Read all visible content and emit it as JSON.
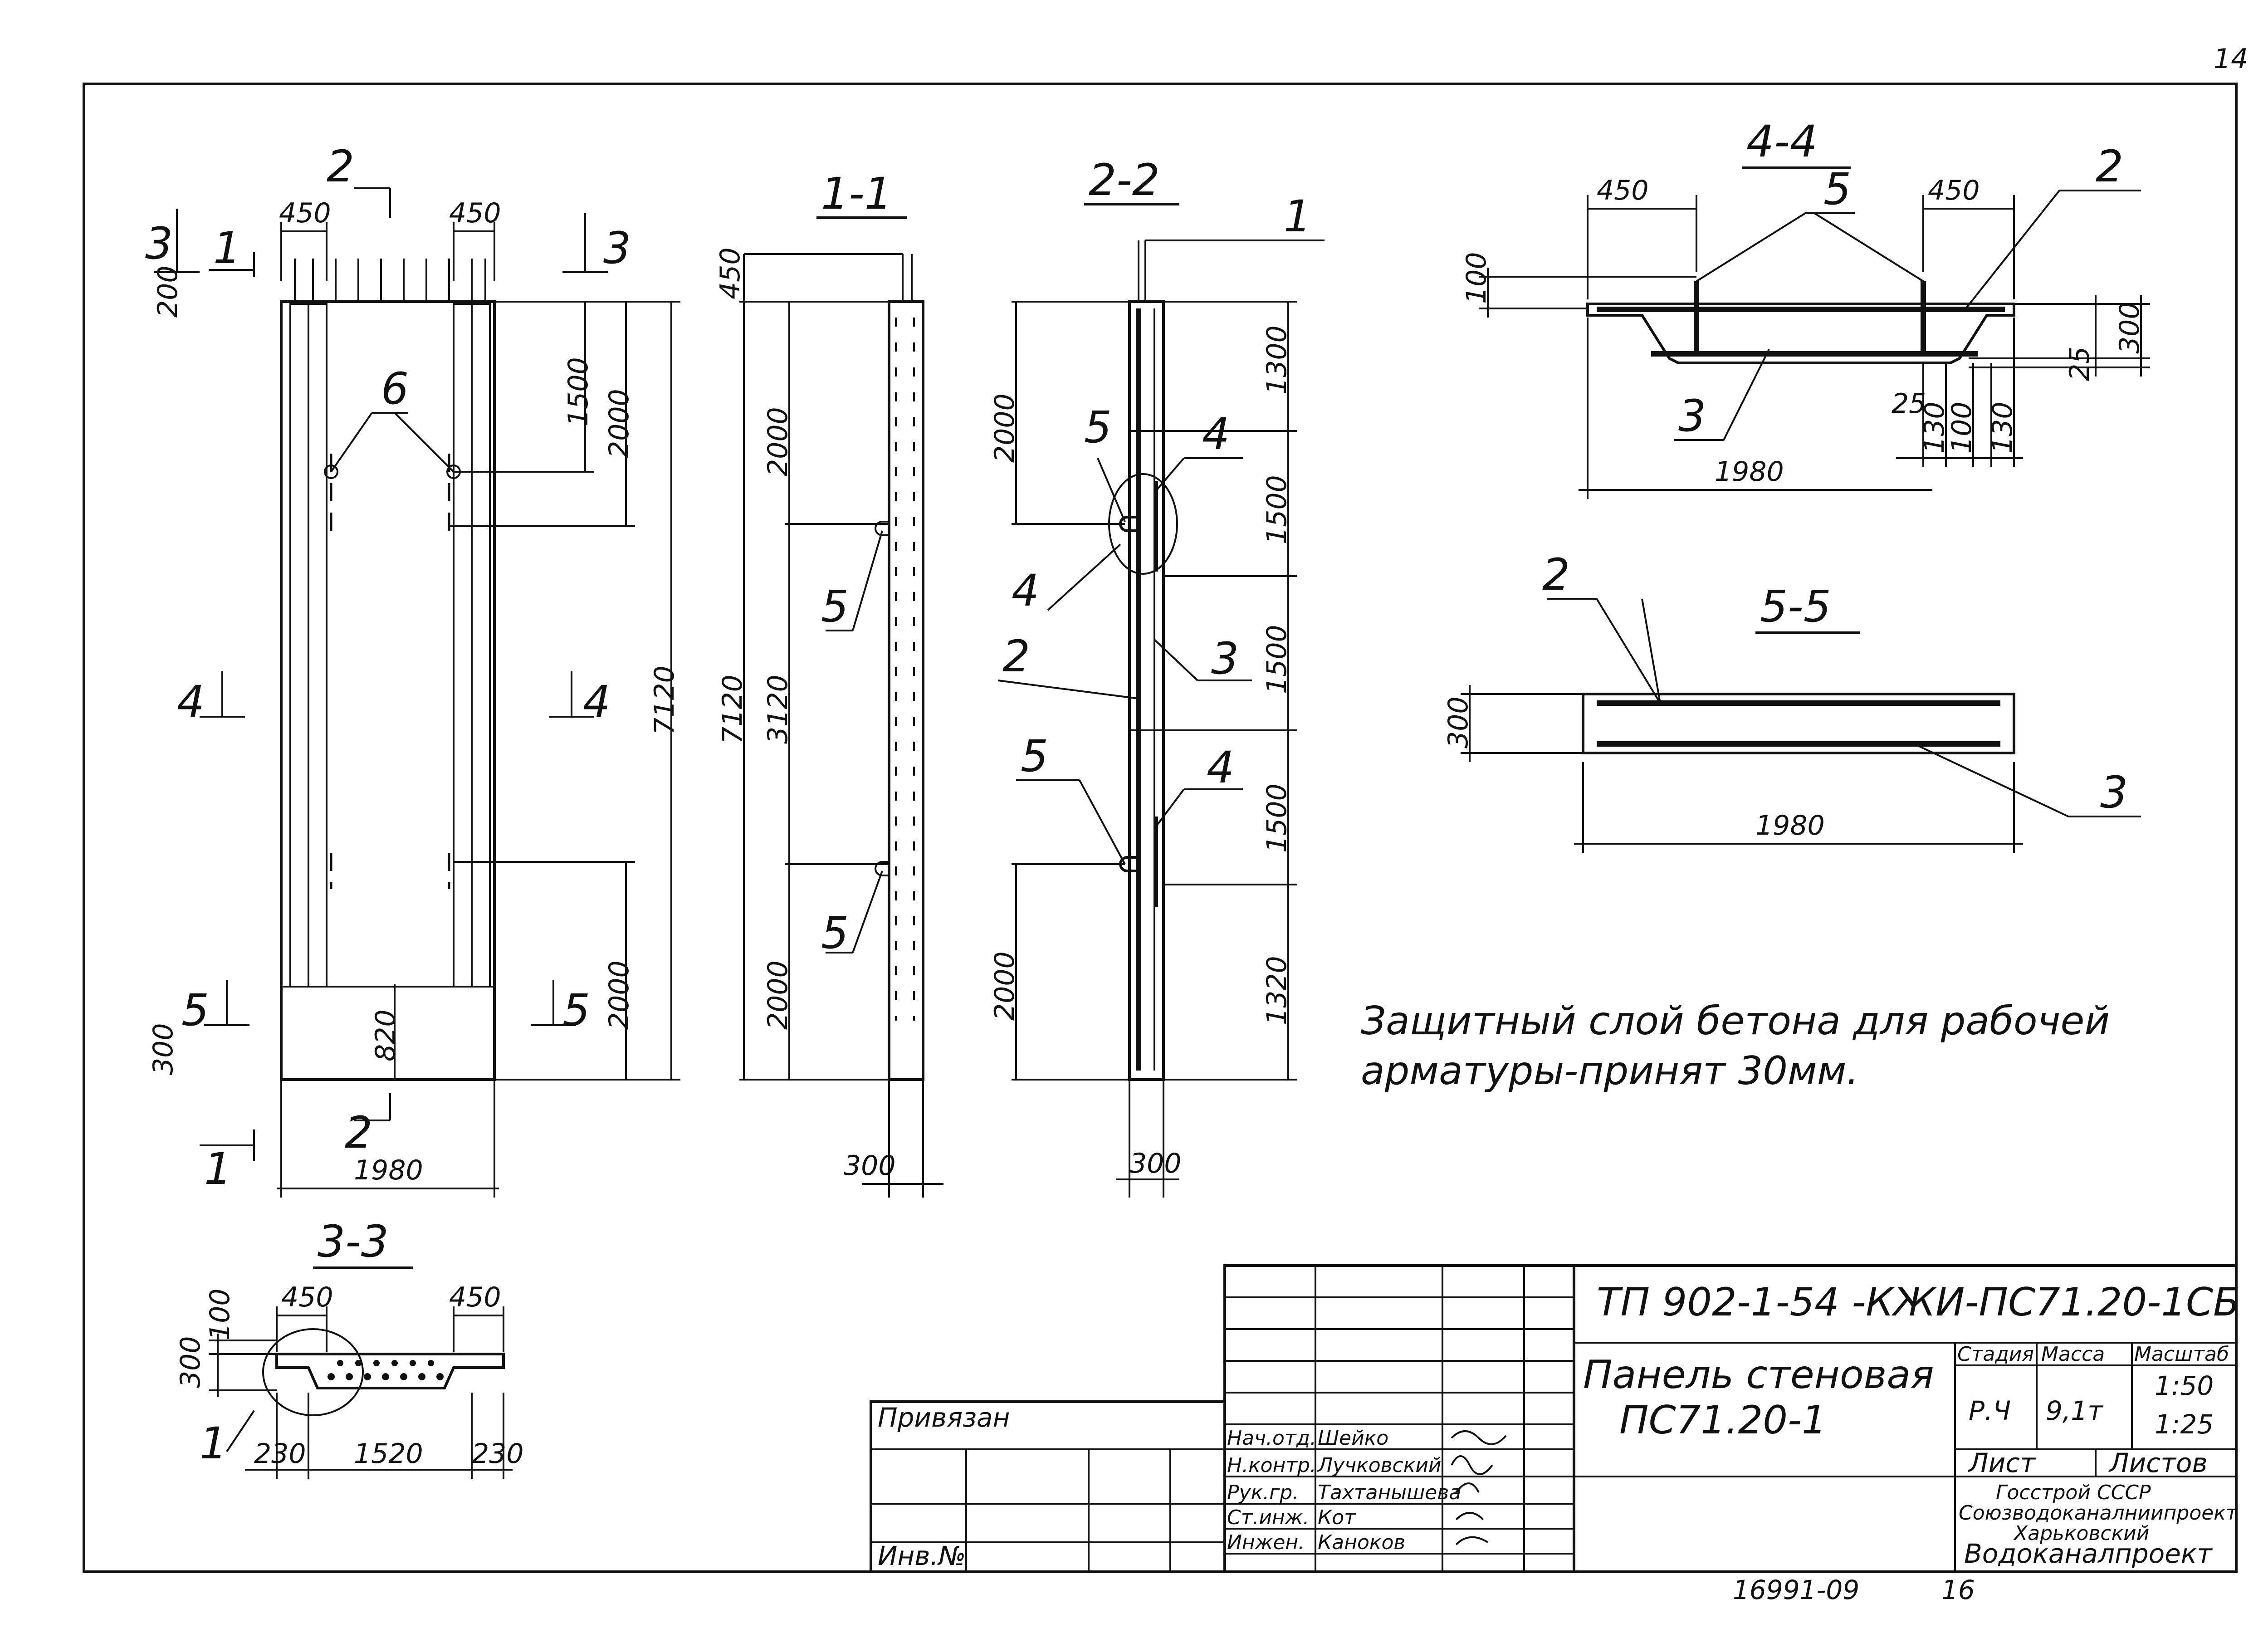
{
  "corner_number": "14",
  "views": {
    "elevation": {
      "dims": {
        "d450_left": "450",
        "d450_right": "450",
        "d200": "200",
        "d1500": "1500",
        "d2000_upper": "2000",
        "d7120": "7120",
        "d2000_lower": "2000",
        "d820": "820",
        "d1980": "1980",
        "d300_side": "300"
      },
      "markers": {
        "m2_top": "2",
        "m2_bottom": "2",
        "m1_top": "1",
        "m1_bottom": "1",
        "m3_left": "3",
        "m3_right": "3",
        "m4_left": "4",
        "m4_right": "4",
        "m5_left": "5",
        "m5_right": "5",
        "callout6": "6"
      }
    },
    "section_1_1": {
      "title": "1-1",
      "dims": {
        "d450": "450",
        "d2000_top": "2000",
        "d7120": "7120",
        "d3120": "3120",
        "d2000_bottom": "2000",
        "d300": "300"
      },
      "callouts": {
        "c5_upper": "5",
        "c5_lower": "5"
      }
    },
    "section_2_2": {
      "title": "2-2",
      "dims": {
        "d2000_left_top": "2000",
        "d2000_left_bottom": "2000",
        "d1300": "1300",
        "d1500_a": "1500",
        "d1500_b": "1500",
        "d1500_c": "1500",
        "d1320": "1320",
        "d300": "300"
      },
      "callouts": {
        "c1": "1",
        "c5_upper": "5",
        "c4_upper_right": "4",
        "c4_left": "4",
        "c2": "2",
        "c3": "3",
        "c5_lower": "5",
        "c4_lower": "4"
      }
    },
    "section_4_4": {
      "title": "4-4",
      "dims": {
        "d450_left": "450",
        "d450_right": "450",
        "d100_left": "100",
        "d25_a": "25",
        "d300": "300",
        "d25_b": "25",
        "d130_a": "130",
        "d100_b": "100",
        "d130_b": "130",
        "d1980": "1980"
      },
      "callouts": {
        "c5": "5",
        "c2": "2",
        "c3": "3"
      }
    },
    "section_5_5": {
      "title": "5-5",
      "dims": {
        "d300": "300",
        "d1980": "1980"
      },
      "callouts": {
        "c2": "2",
        "c3": "3"
      }
    },
    "section_3_3": {
      "title": "3-3",
      "dims": {
        "d450_left": "450",
        "d450_right": "450",
        "d100": "100",
        "d300": "300",
        "d230_left": "230",
        "d1520": "1520",
        "d230_right": "230"
      },
      "callouts": {
        "c1": "1"
      }
    }
  },
  "note": {
    "line1": "Защитный слой бетона для рабочей",
    "line2": "арматуры-принят 30мм."
  },
  "title_block": {
    "doc_code": "ТП 902-1-54 -КЖИ-ПС71.20-1СБ",
    "name_line1": "Панель стеновая",
    "name_line2": "ПС71.20-1",
    "col_stage": "Стадия",
    "col_mass": "Масса",
    "col_scale": "Масштаб",
    "stage": "Р.Ч",
    "mass": "9,1т",
    "scale1": "1:50",
    "scale2": "1:25",
    "sheet_label": "Лист",
    "sheets_label": "Листов",
    "org1": "Госстрой СССР",
    "org2": "Союзводоканалниипроект",
    "org3": "Харьковский",
    "org4": "Водоканалпроект",
    "bound_label": "Привязан",
    "inv_label": "Инв.№",
    "roles": [
      "Нач.отд.",
      "Н.контр.",
      "Рук.гр.",
      "Ст.инж.",
      "Инжен."
    ],
    "names": [
      "Шейко",
      "Лучковский",
      "Тахтанышева",
      "Кот",
      "Каноков"
    ]
  },
  "archive_number": "16991-09",
  "archive_page": "16"
}
